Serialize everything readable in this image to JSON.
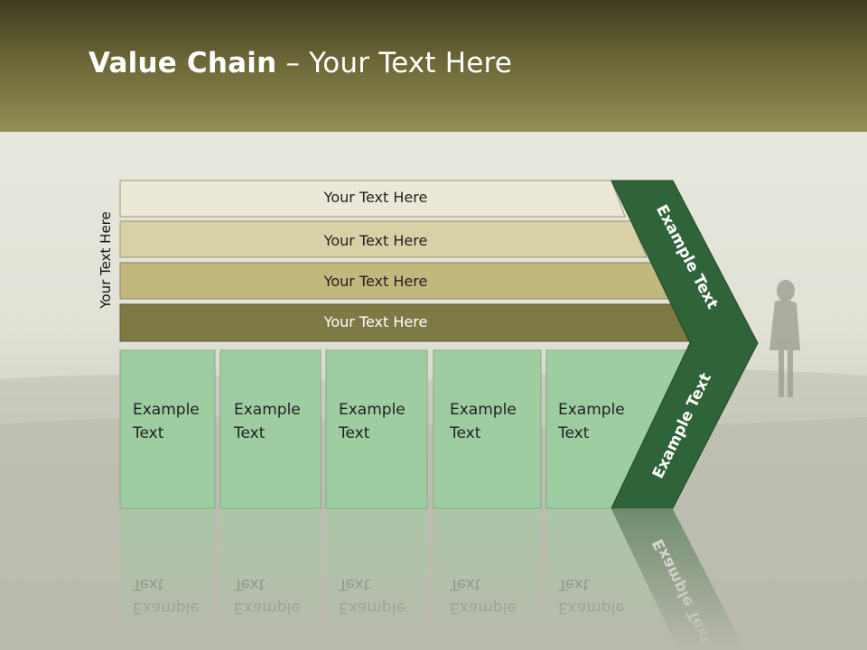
{
  "slide": {
    "title_bold": "Value Chain",
    "title_rest": " – Your Text Here"
  },
  "side_label": "Your Text Here",
  "bars": [
    {
      "label": "Your Text Here",
      "color": "#ebe8d7"
    },
    {
      "label": "Your Text Here",
      "color": "#d8d1a6"
    },
    {
      "label": "Your Text Here",
      "color": "#c2b87d"
    },
    {
      "label": "Your Text Here",
      "color": "#7e7a45"
    }
  ],
  "boxes": [
    {
      "line1": "Example",
      "line2": "Text"
    },
    {
      "line1": "Example",
      "line2": "Text"
    },
    {
      "line1": "Example",
      "line2": "Text"
    },
    {
      "line1": "Example",
      "line2": "Text"
    },
    {
      "line1": "Example",
      "line2": "Text"
    }
  ],
  "chevron": {
    "top_label": "Example Text",
    "bottom_label": "Example Text"
  },
  "colors": {
    "box_fill": "#9dcda0",
    "chevron_fill": "#2f6438",
    "header_top": "#3f3b21",
    "header_bottom": "#948f55"
  }
}
